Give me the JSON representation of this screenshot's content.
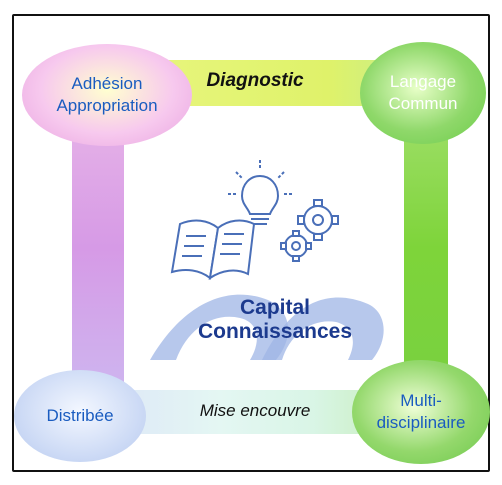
{
  "diagram": {
    "nodes": {
      "top_left": [
        "Adhésion",
        "Appropriation"
      ],
      "top_right": [
        "Langage",
        "Commun"
      ],
      "bottom_left": [
        "Distribée"
      ],
      "bottom_right": [
        "Multi-",
        "disciplinaire"
      ]
    },
    "edges": {
      "top": "Diagnostic",
      "bottom": "Mise encouvre"
    },
    "center": [
      "Capital",
      "Connaissances"
    ]
  },
  "colors": {
    "top_bar": "#dff26a",
    "bottom_bar": "#ddf5ee",
    "left_bar": "#d69ae6",
    "right_bar": "#7ed43a",
    "node_text_blue": "#1a5cc0",
    "center_text": "#1c3a8e"
  },
  "icons": [
    "lightbulb-icon",
    "book-icon",
    "gears-icon",
    "curved-arrow-icon"
  ]
}
